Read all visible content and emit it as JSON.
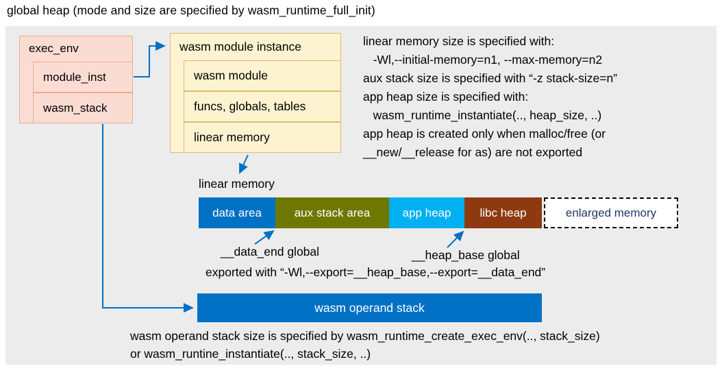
{
  "title": "global heap (mode and size are specified by wasm_runtime_full_init)",
  "exec_env": {
    "title": "exec_env",
    "items": [
      "module_inst",
      "wasm_stack"
    ]
  },
  "module_instance": {
    "title": "wasm module instance",
    "items": [
      "wasm module",
      "funcs, globals, tables",
      "linear memory"
    ]
  },
  "right_notes": [
    "linear memory size is specified with:",
    "   -Wl,--initial-memory=n1, --max-memory=n2",
    "aux stack size is specified with “-z stack-size=n”",
    "app heap size is specified with:",
    "   wasm_runtime_instantiate(.., heap_size, ..)",
    "app heap is created only when malloc/free (or",
    "__new/__release for as) are not exported"
  ],
  "linear_memory": {
    "label": "linear memory",
    "segments": [
      {
        "label": "data area",
        "color": "#0071c5",
        "text": "#ffffff"
      },
      {
        "label": "aux stack area",
        "color": "#6e7800",
        "text": "#ffffff"
      },
      {
        "label": "app heap",
        "color": "#00b0f0",
        "text": "#ffffff"
      },
      {
        "label": "libc heap",
        "color": "#8e3a10",
        "text": "#ffffff"
      },
      {
        "label": "enlarged memory",
        "color": "#ffffff",
        "text": "#1f3864"
      }
    ]
  },
  "annotations": {
    "data_end": "__data_end global",
    "heap_base": "__heap_base global",
    "export_note": "exported with “-Wl,--export=__heap_base,--export=__data_end”"
  },
  "operand_stack": {
    "label": "wasm operand stack"
  },
  "bottom_notes": [
    "wasm operand stack size is specified by wasm_runtime_create_exec_env(.., stack_size)",
    "or wasm_runtine_instantiate(.., stack_size, ..)"
  ],
  "colors": {
    "panel_bg": "#ececec",
    "pink_fill": "#fadcd2",
    "pink_border": "#efa893",
    "yellow_fill": "#fdf3d0",
    "yellow_border": "#d9bc6f",
    "arrow": "#0071c5",
    "enlarged_text": "#1f3864"
  }
}
